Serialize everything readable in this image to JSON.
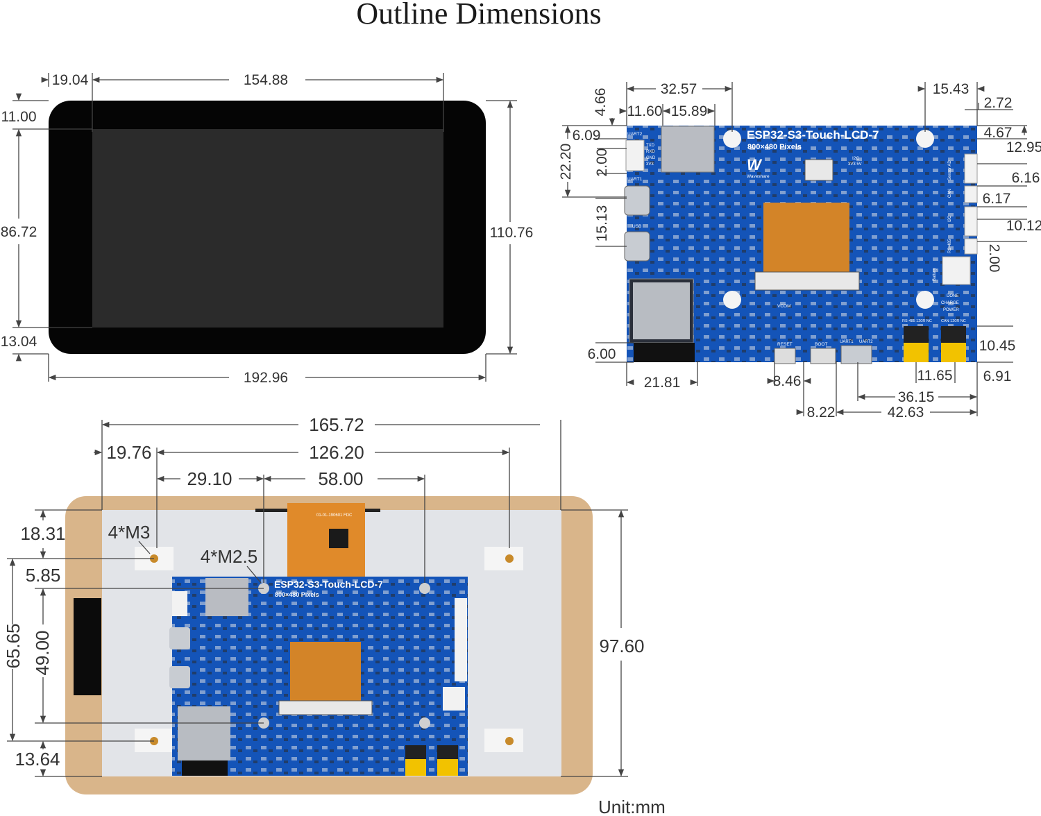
{
  "title": "Outline Dimensions",
  "unit_label": "Unit:mm",
  "screen_front": {
    "dims": {
      "left_bezel": "19.04",
      "active_width": "154.88",
      "top_bezel": "11.00",
      "active_height": "86.72",
      "total_height": "110.76",
      "bottom_bezel": "13.04",
      "total_width": "192.96"
    }
  },
  "board_top": {
    "product_name": "ESP32-S3-Touch-LCD-7",
    "resolution": "800×480 Pixels",
    "brand": "Waveshare",
    "labels": {
      "uart2": "UART2",
      "uart1": "UART1",
      "usb": "USB",
      "txd": "TXD",
      "rxd": "RXD",
      "gnd": "GND",
      "v3": "3V3",
      "i2c": "I2C",
      "i2c_v": "3V3 5V",
      "sensor": "Sensor AD",
      "can": "CAN",
      "i2c_side": "I2C",
      "rs485": "RS-485",
      "battery": "Battery",
      "vcom": "VCOM",
      "reset": "RESET",
      "boot": "BOOT",
      "uart_sw1": "UART1",
      "uart_sw2": "UART2",
      "done": "DONE",
      "charge": "CHARGE",
      "power": "POWER",
      "rs485_term": "RS-485 120R NC",
      "can_term": "CAN 120R NC"
    },
    "dims": {
      "d_32_57": "32.57",
      "d_4_66": "4.66",
      "d_11_60": "11.60",
      "d_15_89": "15.89",
      "d_15_43": "15.43",
      "d_2_72": "2.72",
      "d_6_09": "6.09",
      "d_4_67": "4.67",
      "d_22_20": "22.20",
      "d_2_00_left": "2.00",
      "d_12_95": "12.95",
      "d_6_16": "6.16",
      "d_6_17": "6.17",
      "d_15_13": "15.13",
      "d_10_12": "10.12",
      "d_2_00_right": "2.00",
      "d_6_00": "6.00",
      "d_10_45": "10.45",
      "d_21_81": "21.81",
      "d_8_46": "8.46",
      "d_11_65": "11.65",
      "d_6_91": "6.91",
      "d_36_15": "36.15",
      "d_8_22": "8.22",
      "d_42_63": "42.63"
    }
  },
  "back_view": {
    "fpc_text": "01-01-190601 FDC",
    "dims": {
      "d_165_72": "165.72",
      "d_19_76": "19.76",
      "d_126_20": "126.20",
      "d_29_10": "29.10",
      "d_58_00": "58.00",
      "d_18_31": "18.31",
      "m3": "4*M3",
      "m25": "4*M2.5",
      "d_5_85": "5.85",
      "d_65_65": "65.65",
      "d_49_00": "49.00",
      "d_97_60": "97.60",
      "d_13_64": "13.64"
    }
  },
  "colors": {
    "pcb_blue": "#1454b8",
    "screen_black": "#050505",
    "active_area": "#2b2b2b",
    "acrylic_frame": "#d9b58a",
    "panel_back": "#e2e4e8",
    "fpc_orange": "#e08a2a"
  }
}
